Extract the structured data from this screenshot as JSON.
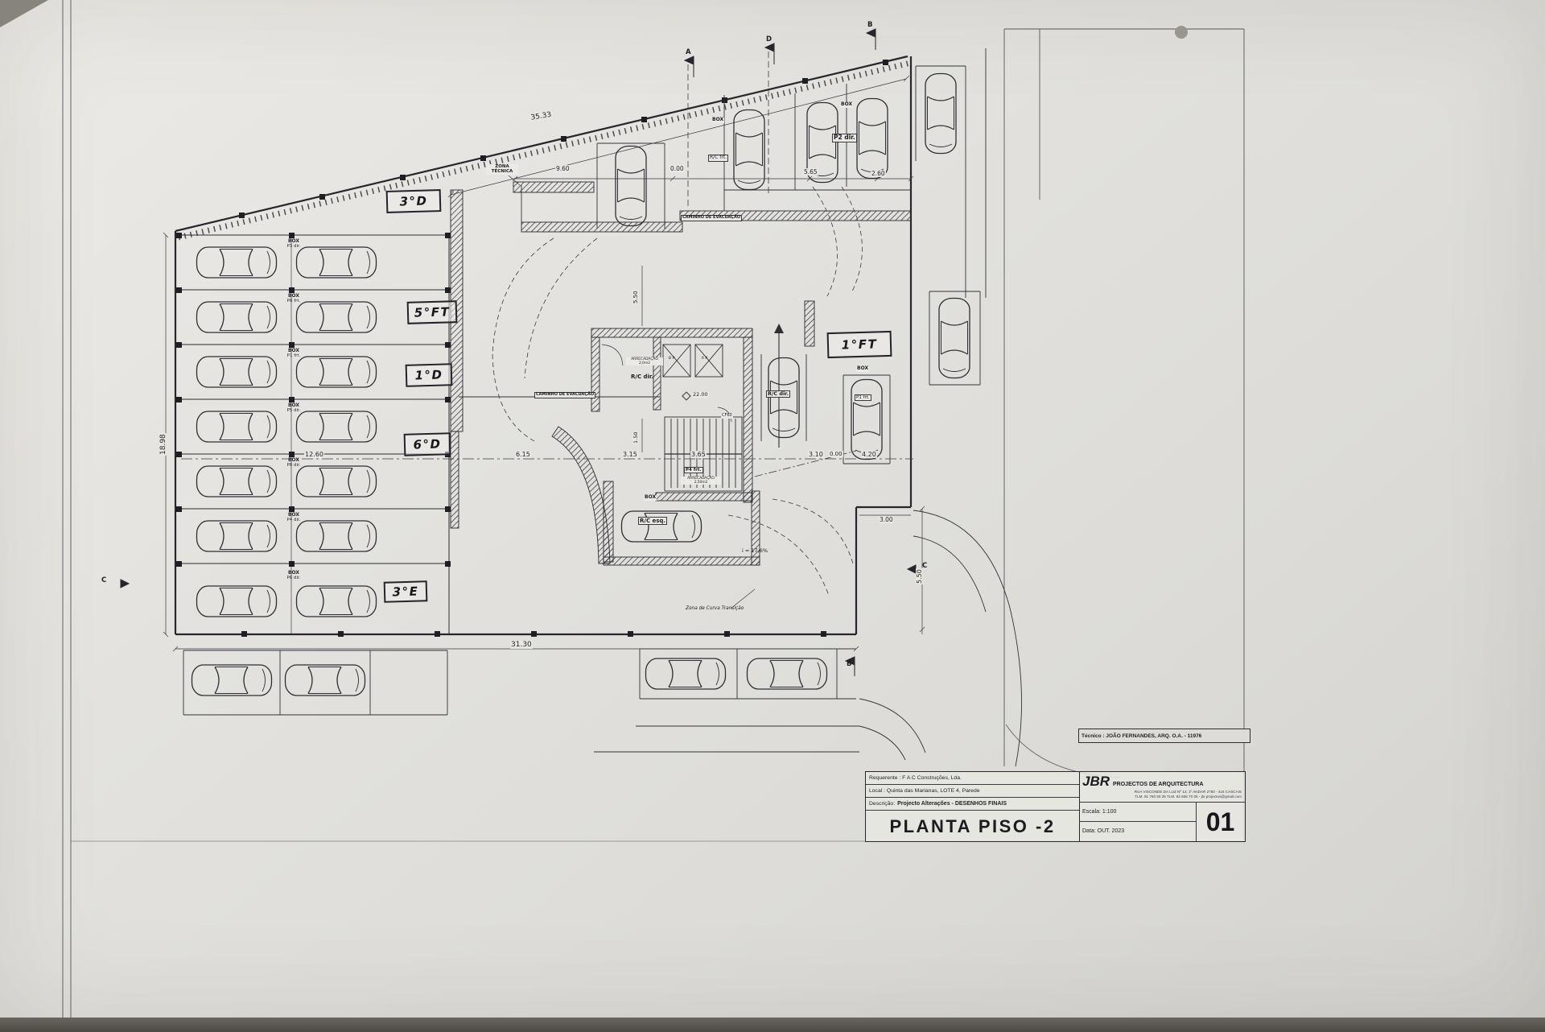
{
  "plan": {
    "zona_tecnica": "ZONA TÉCNICA",
    "caminho_evacuacao": "CAMINHO DE EVACUAÇÃO",
    "handwritten": {
      "h1": "3°D",
      "h2": "5°FT",
      "h3": "1°D",
      "h4": "6°D",
      "h5": "3°E",
      "h6": "1°FT"
    },
    "stalls": [
      {
        "box": "BOX",
        "id": "P3 dir."
      },
      {
        "box": "BOX",
        "id": "P6 frt."
      },
      {
        "box": "BOX",
        "id": "P1 frt."
      },
      {
        "box": "BOX",
        "id": "P5 dir."
      },
      {
        "box": "BOX",
        "id": "P8 dir."
      },
      {
        "box": "BOX",
        "id": "P4 dir."
      },
      {
        "box": "BOX",
        "id": "P6 dir."
      }
    ],
    "tags": {
      "box1": "BOX",
      "rc_frt": "R/C frt.",
      "box2": "BOX",
      "p2_dir": "P2 dir.",
      "rc_dir_core": "R/C dir.",
      "rc_dir_stall": "R/C dir.",
      "box3": "BOX",
      "p1_frt": "P1 frt.",
      "box4": "BOX",
      "rc_esq": "R/C esq.",
      "p4_frt": "P4 frt.",
      "arrec1": "ARRECADAÇÃO 2,0m2",
      "arrec2": "ARRECADAÇÃO 2,50m2",
      "bp": "B P",
      "sp": "6 P",
      "cf60": "CF60",
      "level": "22.00",
      "slope": "i = 17,6%",
      "curva": "Zona de Curva Transição"
    },
    "dims": {
      "d3533": "35.33",
      "d960": "9.60",
      "d000": "0.00",
      "d000b": "0.00",
      "d565": "5.65",
      "d260": "2.60",
      "d1898": "18.98",
      "d3130": "31.30",
      "d1260": "12.60",
      "d615": "6.15",
      "d315": "3.15",
      "d365": "3.65",
      "d310": "3.10",
      "d420": "4.20",
      "d300": "3.00",
      "d550a": "5.50",
      "d550b": "5.50",
      "d150": "1.50"
    },
    "sections": {
      "a": "A",
      "d": "D",
      "b": "B",
      "c_left": "C",
      "c_right": "C",
      "b_bottom": "B"
    }
  },
  "titleblock": {
    "tecnico": "Técnico : JOÃO FERNANDES, ARQ.   O.A. - 11976",
    "requerente": "Requerente : F A C Construções, Lda.",
    "local": "Local : Quinta das Marianas, LOTE 4, Parede",
    "descricao_label": "Descrição:",
    "descricao": "Projecto Alterações - DESENHOS FINAIS",
    "title": "PLANTA PISO -2",
    "firm": "JBR",
    "firm_sub": "PROJECTOS DE ARQUITECTURA",
    "addr1": "RUA VISCONDE DA LUZ Nº 13, 1º ANDAR  2750 - 416  CASCAIS",
    "addr2": "TLM. 91 760 90 35   TLM. 93 666 70 05  -  jbr.projectos@gmail.com",
    "escala": "Escala:  1:100",
    "data": "Data: OUT. 2023",
    "number": "01"
  }
}
